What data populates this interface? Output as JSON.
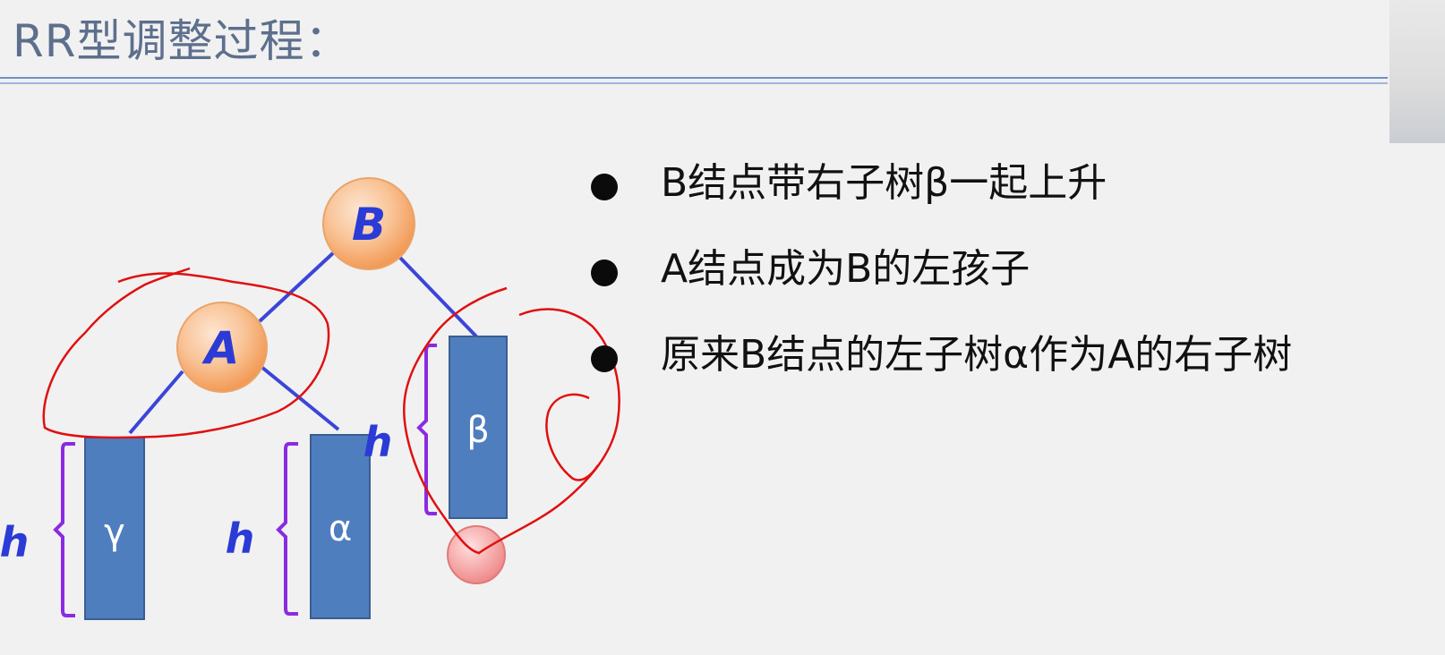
{
  "slide": {
    "title": "RR型调整过程：",
    "bullets": [
      "B结点带右子树β一起上升",
      "A结点成为B的左孩子",
      "原来B结点的左子树α作为A的右子树"
    ]
  },
  "tree": {
    "nodes": {
      "B": "B",
      "A": "A"
    },
    "subtrees": {
      "gamma": "γ",
      "alpha": "α",
      "beta": "β"
    },
    "height_label": "h"
  },
  "colors": {
    "title": "#5d6f8d",
    "rule": "#6f90c4",
    "node_fill": "#f7b27a",
    "node_text": "#2b3bd6",
    "edge": "#3b45d9",
    "subtree_fill": "#4f7ebf",
    "subtree_border": "#3a5e91",
    "brace": "#8a2be2",
    "annotation_red": "#e01010",
    "inserted_node": "#f39a9a"
  },
  "icons": [
    "bullet-dot"
  ]
}
